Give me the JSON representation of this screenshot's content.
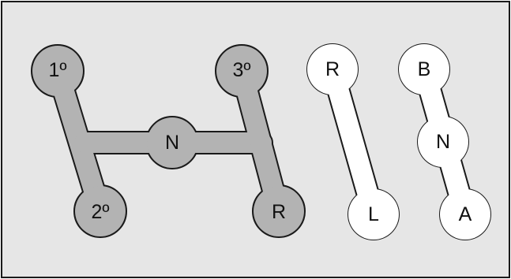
{
  "colors": {
    "background": "#e6e6e6",
    "border": "#1a1a1a",
    "gate_gray": "#b3b3b3",
    "gate_white": "#ffffff",
    "stroke": "#1a1a1a",
    "text": "#111111"
  },
  "manual_gate": {
    "first": "1º",
    "second": "2º",
    "neutral": "N",
    "third": "3º",
    "reverse": "R"
  },
  "rl_gate": {
    "top": "R",
    "bottom": "L"
  },
  "bna_gate": {
    "top": "B",
    "middle": "N",
    "bottom": "A"
  }
}
